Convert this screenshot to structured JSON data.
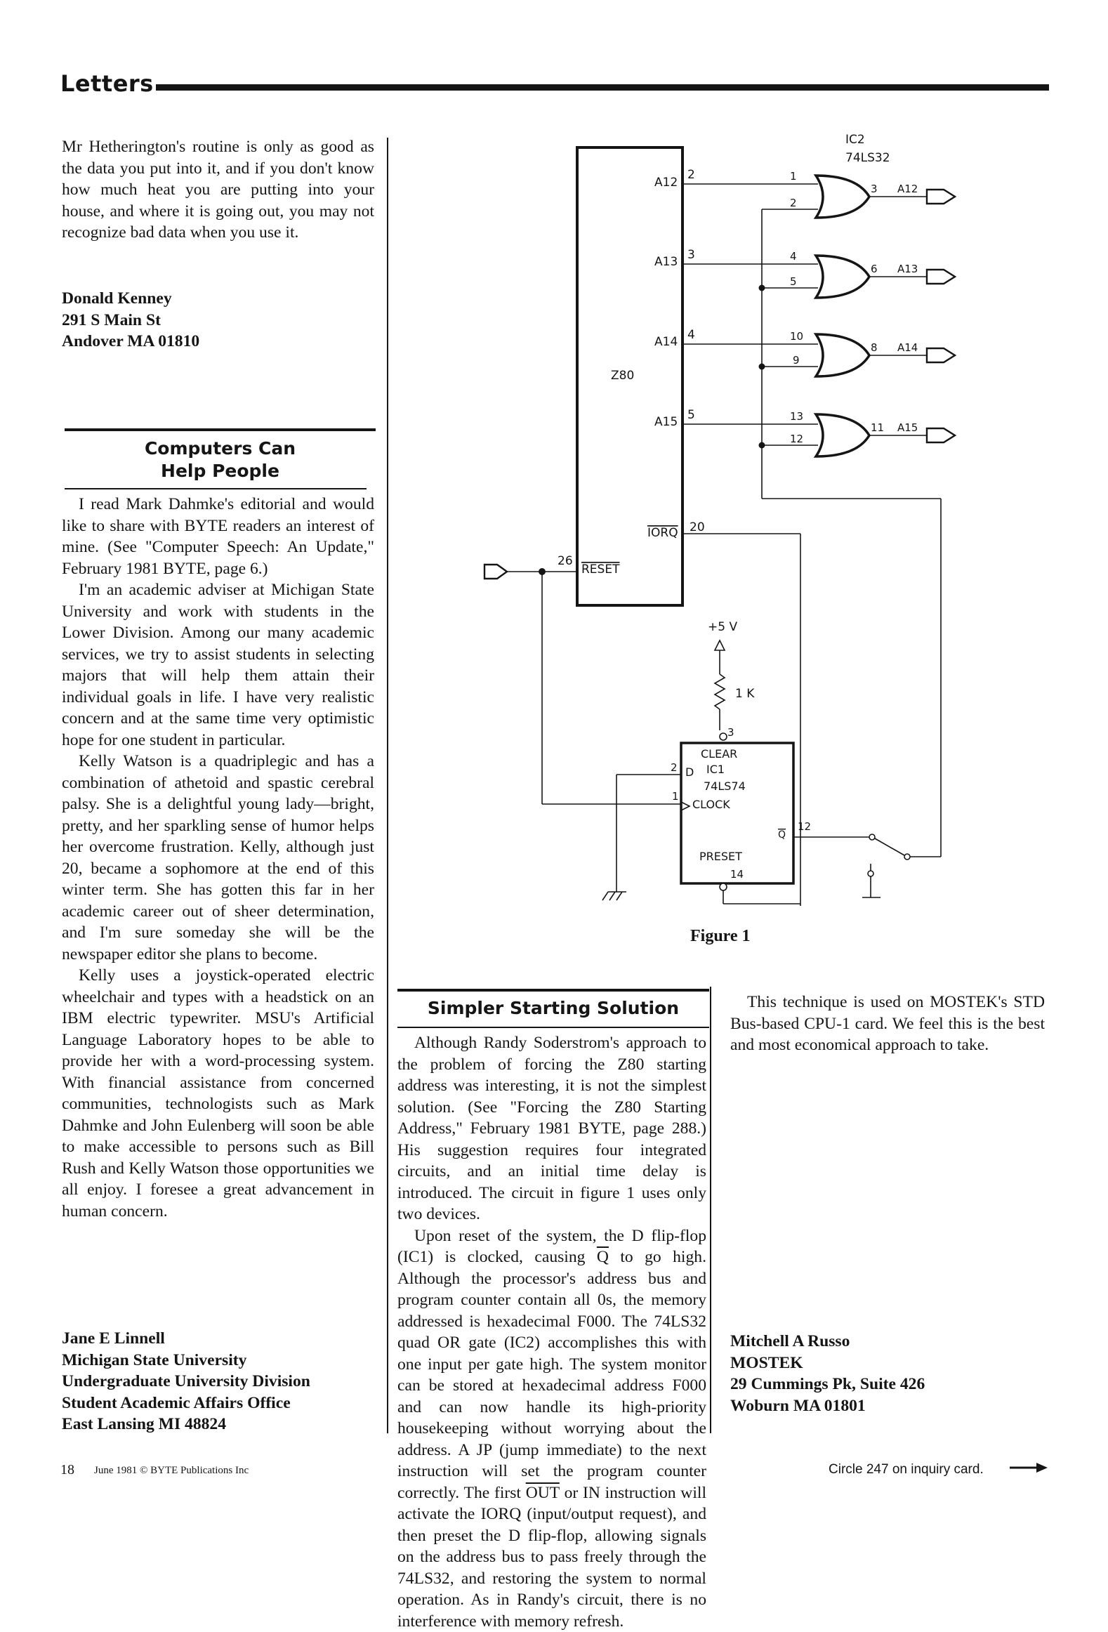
{
  "header": {
    "section": "Letters"
  },
  "letter1_end": {
    "paragraph": "Mr Hetherington's routine is only as good as the data you put into it, and if you don't know how much heat you are putting into your house, and where it is going out, you may not recognize bad data when you use it.",
    "signature": [
      "Donald Kenney",
      "291 S Main St",
      "Andover MA 01810"
    ]
  },
  "letter2": {
    "title_line1": "Computers Can",
    "title_line2": "Help People",
    "paragraphs": [
      "I read Mark Dahmke's editorial and would like to share with BYTE readers an interest of mine. (See \"Computer Speech: An Update,\" February 1981 BYTE, page 6.)",
      "I'm an academic adviser at Michigan State University and work with students in the Lower Division. Among our many academic services, we try to assist students in selecting majors that will help them attain their individual goals in life. I have very realistic concern and at the same time very optimistic hope for one student in particular.",
      "Kelly Watson is a quadriplegic and has a combination of athetoid and spastic cerebral palsy. She is a delightful young lady—bright, pretty, and her sparkling sense of humor helps her overcome frustration. Kelly, although just 20, became a sophomore at the end of this winter term. She has gotten this far in her academic career out of sheer determination, and I'm sure someday she will be the newspaper editor she plans to become.",
      "Kelly uses a joystick-operated electric wheelchair and types with a headstick on an IBM electric typewriter. MSU's Artificial Language Laboratory hopes to be able to provide her with a word-processing system. With financial assistance from concerned communities, technologists such as Mark Dahmke and John Eulenberg will soon be able to make accessible to persons such as Bill Rush and Kelly Watson those opportunities we all enjoy. I foresee a great advancement in human concern."
    ],
    "signature": [
      "Jane E Linnell",
      "Michigan State University",
      "Undergraduate University Division",
      "Student Academic Affairs Office",
      "East Lansing MI 48824"
    ]
  },
  "letter3": {
    "title": "Simpler Starting Solution",
    "p1": "Although Randy Soderstrom's approach to the problem of forcing the Z80 starting address was interesting, it is not the simplest solution. (See \"Forcing the Z80 Starting Address,\" February 1981 BYTE, page 288.) His suggestion requires four integrated circuits, and an initial time delay is introduced. The circuit in figure 1 uses only two devices.",
    "p2_a": "Upon reset of the system, the D flip-flop (IC1) is clocked, causing ",
    "p2_q": "Q",
    "p2_b": " to go high. Although the processor's address bus and program counter contain all 0s, the memory addressed is hexadecimal F000. The 74LS32 quad OR gate (IC2) accomplishes this with one input per gate high. The system monitor can be stored at hexadecimal address F000 and can now handle its high-priority housekeeping without worrying about the address. A JP (jump immediate) to the next instruction will set the program counter correctly. The first ",
    "p2_out": "OUT",
    "p2_c": " or IN instruction will activate the IORQ (input/output request), and then preset the D flip-flop, allowing signals on the address bus to pass freely through the 74LS32, and restoring the system to normal operation. As in Randy's circuit, there is no interference with memory refresh.",
    "p3": "This technique is used on MOSTEK's STD Bus-based CPU-1 card. We feel this is the best and most economical approach to take.",
    "signature": [
      "Mitchell A Russo",
      "MOSTEK",
      "29 Cummings Pk, Suite 426",
      "Woburn MA 01801"
    ]
  },
  "figure": {
    "caption": "Figure 1",
    "z80": {
      "name": "Z80",
      "pins": [
        "A12",
        "A13",
        "A14",
        "A15",
        "IORQ",
        "RESET"
      ],
      "pin_numbers": [
        "2",
        "3",
        "4",
        "5",
        "20",
        "26"
      ]
    },
    "ic2": {
      "ref": "IC2",
      "part": "74LS32",
      "outputs": [
        "A12",
        "A13",
        "A14",
        "A15"
      ],
      "gate_pins": [
        [
          "1",
          "2",
          "3"
        ],
        [
          "4",
          "5",
          "6"
        ],
        [
          "10",
          "9",
          "8"
        ],
        [
          "13",
          "12",
          "11"
        ]
      ]
    },
    "ic1": {
      "ref": "IC1",
      "part": "74LS74",
      "pins": [
        "CLEAR",
        "D",
        "CLOCK",
        "Q",
        "PRESET"
      ],
      "pin_numbers": [
        "3",
        "2",
        "1",
        "12",
        "14"
      ]
    },
    "supply": "+5 V",
    "resistor": "1 K"
  },
  "footer": {
    "page": "18",
    "line": "June 1981 © BYTE Publications Inc",
    "inquiry": "Circle 247 on inquiry card."
  }
}
